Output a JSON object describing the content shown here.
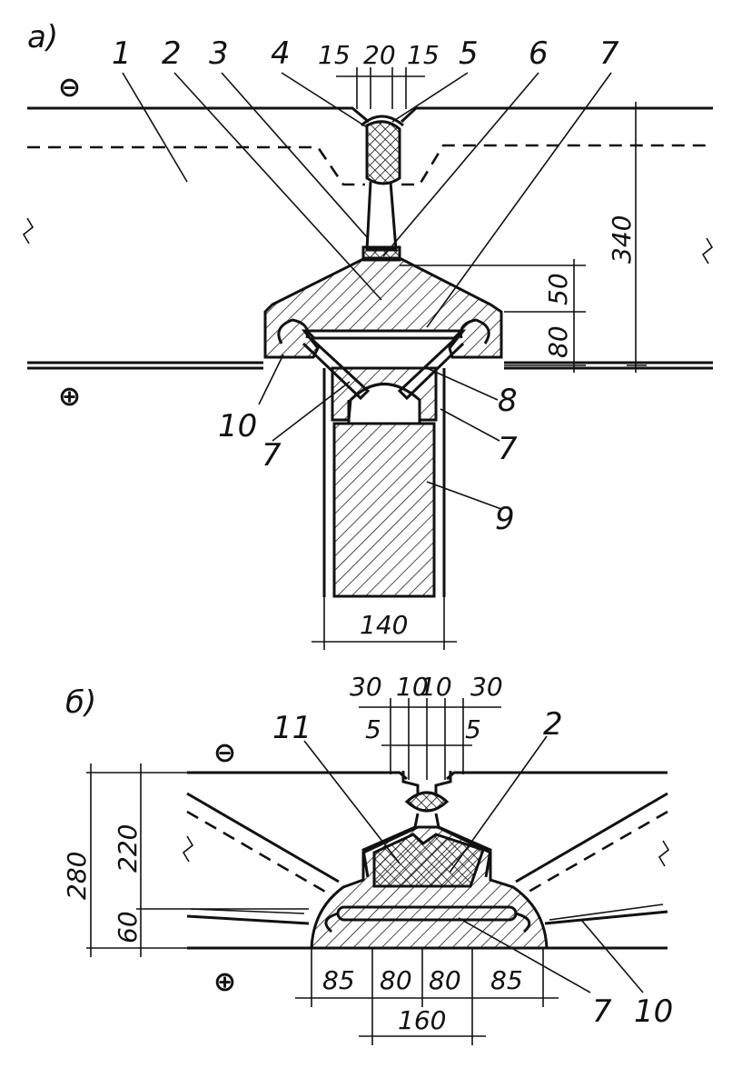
{
  "panel_a": {
    "label": "а)",
    "callouts": [
      "1",
      "2",
      "3",
      "4",
      "5",
      "6",
      "7",
      "7",
      "7",
      "8",
      "9",
      "10"
    ],
    "dims": {
      "top": [
        "15",
        "20",
        "15"
      ],
      "right_inner": [
        "50",
        "80"
      ],
      "right_outer": "340",
      "bottom": "140"
    },
    "signs": {
      "minus": "⊖",
      "plus": "⊕"
    }
  },
  "panel_b": {
    "label": "б)",
    "callouts": [
      "11",
      "2",
      "7",
      "10"
    ],
    "dims": {
      "top_outer": [
        "30",
        "10",
        "10",
        "30"
      ],
      "top_inner": [
        "5",
        "5"
      ],
      "left": [
        "280",
        "220",
        "60"
      ],
      "bottom": [
        "85",
        "80",
        "80",
        "85"
      ],
      "bottom_total": "160"
    },
    "signs": {
      "minus": "⊖",
      "plus": "⊕"
    }
  },
  "colors": {
    "ink": "#111111",
    "paper": "#ffffff"
  }
}
